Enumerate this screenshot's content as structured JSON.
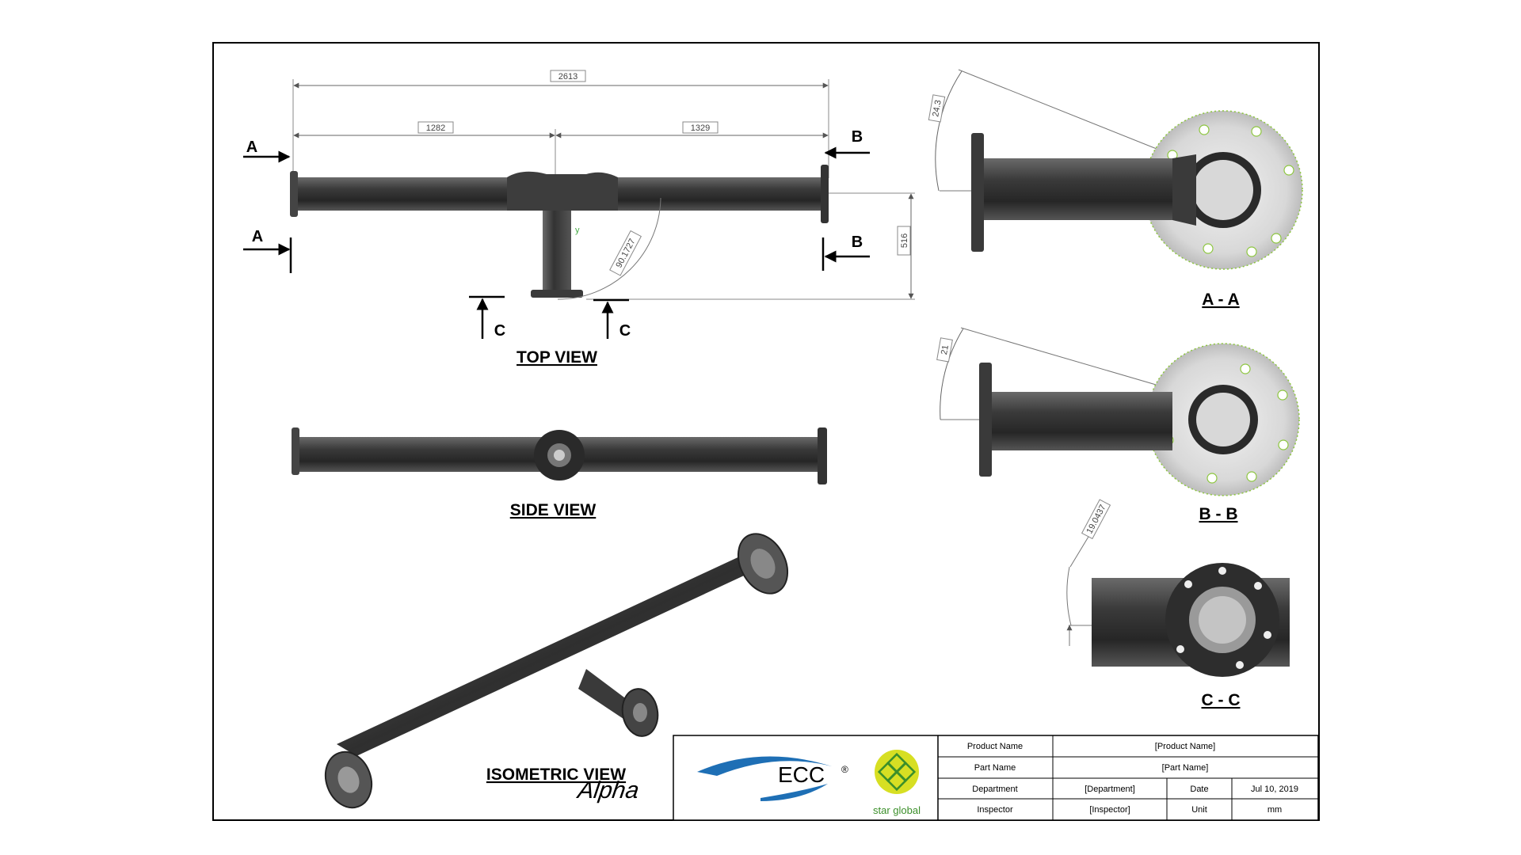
{
  "views": {
    "top": "TOP VIEW",
    "side": "SIDE VIEW",
    "isometric": "ISOMETRIC VIEW",
    "section_aa": "A - A",
    "section_bb": "B - B",
    "section_cc": "C - C"
  },
  "section_markers": {
    "a": "A",
    "b": "B",
    "c": "C"
  },
  "dimensions": {
    "overall_length": "2613",
    "left_length": "1282",
    "right_length": "1329",
    "branch_offset": "516",
    "branch_angle": "90.1727",
    "aa_angle": "24.3",
    "bb_angle": "21",
    "cc_angle": "19.0437"
  },
  "title_block": {
    "product_name_label": "Product Name",
    "product_name_value": "[Product Name]",
    "part_name_label": "Part Name",
    "part_name_value": "[Part Name]",
    "department_label": "Department",
    "department_value": "[Department]",
    "date_label": "Date",
    "date_value": "Jul 10, 2019",
    "inspector_label": "Inspector",
    "inspector_value": "[Inspector]",
    "unit_label": "Unit",
    "unit_value": "mm"
  },
  "logos": {
    "alpha_script": "Alpha",
    "ecc": "ECC",
    "registered": "®",
    "star_global": "star global"
  },
  "colors": {
    "frame": "#000000",
    "part_dark": "#2e2e2e",
    "part_mid": "#5a5a5a",
    "part_light": "#9a9a9a",
    "dim_line": "#666666",
    "alpha_blue": "#1e6fb5",
    "star_green": "#8dc63f",
    "star_yellow": "#d7df23"
  }
}
